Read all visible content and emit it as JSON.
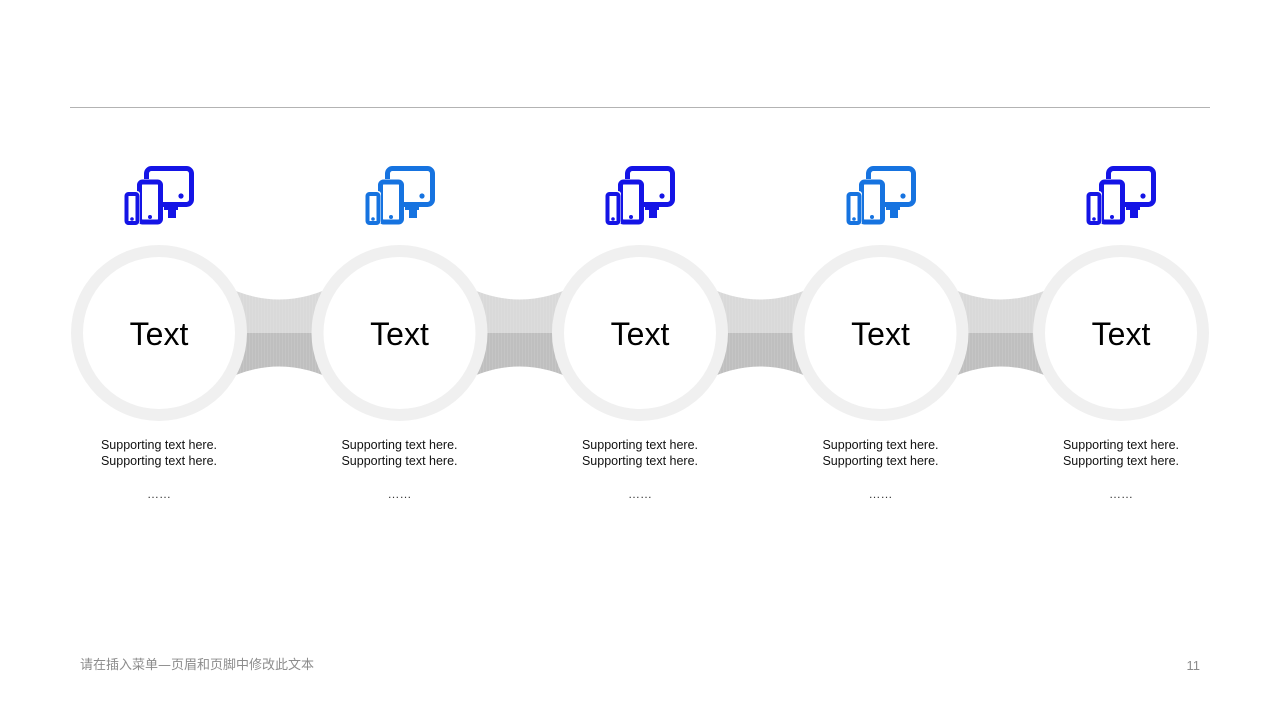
{
  "steps": [
    {
      "label": "Text",
      "line1": "Supporting  text here.",
      "line2": "Supporting  text here.",
      "ellipsis": "……",
      "icon": "devices-icon",
      "icon_color": "#1414e6"
    },
    {
      "label": "Text",
      "line1": "Supporting  text here.",
      "line2": "Supporting  text here.",
      "ellipsis": "……",
      "icon": "devices-icon",
      "icon_color": "#1673e0"
    },
    {
      "label": "Text",
      "line1": "Supporting  text here.",
      "line2": "Supporting  text here.",
      "ellipsis": "……",
      "icon": "devices-icon",
      "icon_color": "#1414e6"
    },
    {
      "label": "Text",
      "line1": "Supporting  text here.",
      "line2": "Supporting  text here.",
      "ellipsis": "……",
      "icon": "devices-icon",
      "icon_color": "#1673e0"
    },
    {
      "label": "Text",
      "line1": "Supporting  text here.",
      "line2": "Supporting  text here.",
      "ellipsis": "……",
      "icon": "devices-icon",
      "icon_color": "#1414e6"
    }
  ],
  "colors": {
    "ring": "#f0f0f0",
    "connector_light": "#d9d9d9",
    "connector_dark": "#bfbfbf"
  },
  "footer": {
    "text": "请在插入菜单—页眉和页脚中修改此文本",
    "page_number": "11"
  }
}
